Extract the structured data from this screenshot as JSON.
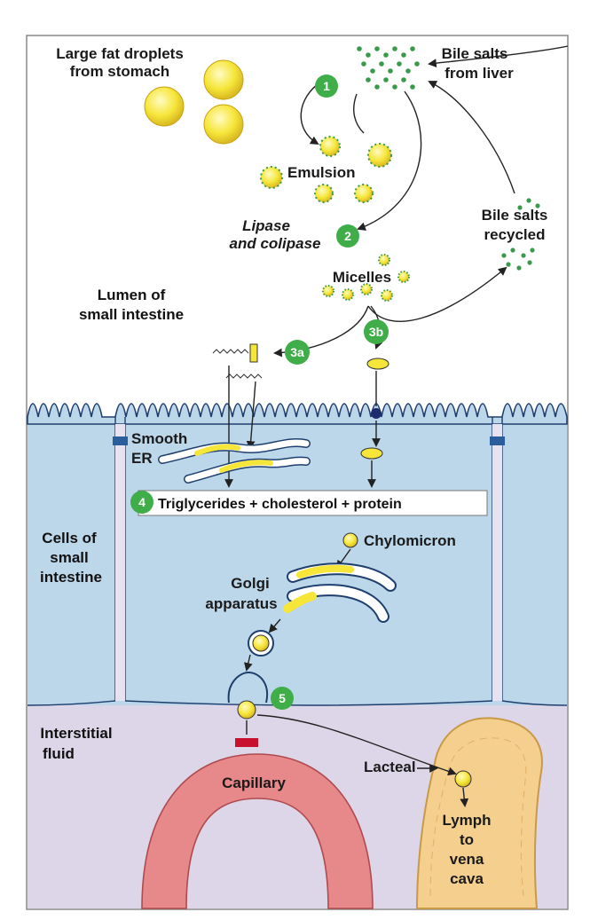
{
  "labels": {
    "fat_droplets_line1": "Large fat droplets",
    "fat_droplets_line2": "from stomach",
    "bile_salts_liver_line1": "Bile salts",
    "bile_salts_liver_line2": "from liver",
    "emulsion": "Emulsion",
    "lipase_line1": "Lipase",
    "lipase_line2": "and colipase",
    "bile_recycled_line1": "Bile salts",
    "bile_recycled_line2": "recycled",
    "micelles": "Micelles",
    "smooth_er_line1": "Smooth",
    "smooth_er_line2": "ER",
    "triglycerides": "Triglycerides + cholesterol + protein",
    "chylomicron": "Chylomicron",
    "golgi_line1": "Golgi",
    "golgi_line2": "apparatus",
    "lacteal": "Lacteal",
    "capillary": "Capillary",
    "lymph_line1": "Lymph",
    "lymph_line2": "to",
    "lymph_line3": "vena",
    "lymph_line4": "cava"
  },
  "regions": {
    "lumen_line1": "Lumen of",
    "lumen_line2": "small intestine",
    "cells_line1": "Cells of",
    "cells_line2": "small",
    "cells_line3": "intestine",
    "interstitial_line1": "Interstitial",
    "interstitial_line2": "fluid"
  },
  "steps": {
    "s1": "1",
    "s2": "2",
    "s3a": "3a",
    "s3b": "3b",
    "s4": "4",
    "s5": "5"
  },
  "colors": {
    "lumen_bg": "#ffffff",
    "cell_bg": "#bcd6ea",
    "interstitial_bg": "#ddd6e8",
    "step_badge": "#3fae49",
    "fat_yellow": "#f6e63a",
    "bile_green": "#3a9a4c",
    "capillary_red": "#e7888a",
    "lacteal_tan": "#f4cf8e"
  }
}
